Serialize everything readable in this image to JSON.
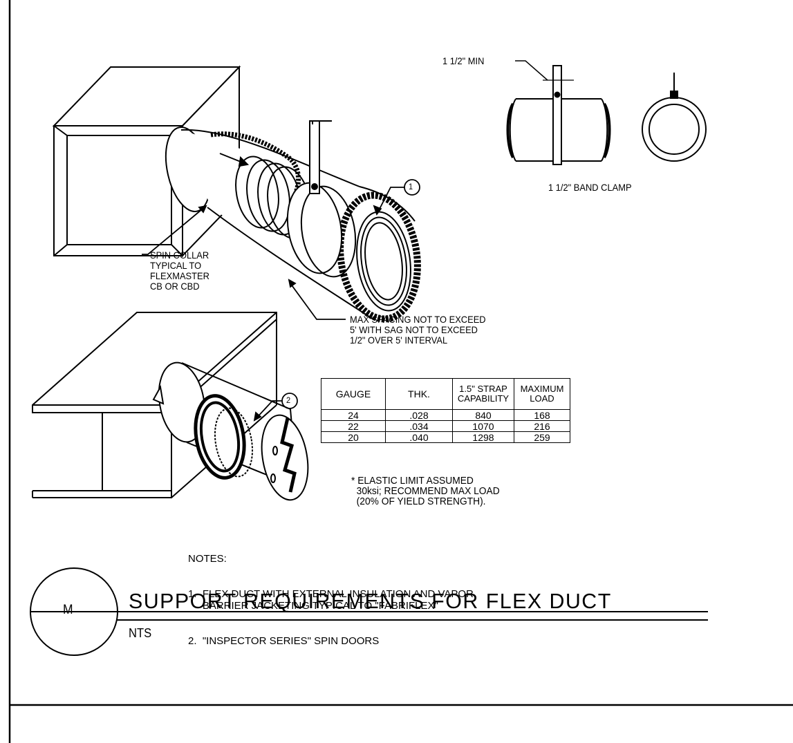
{
  "labels": {
    "min_dim": "1 1/2\" MIN",
    "band_clamp": "1 1/2\" BAND CLAMP",
    "callout_1": "1",
    "callout_2": "2",
    "spin_collar": "SPIN COLLAR\nTYPICAL TO\nFLEXMASTER\nCB OR CBD",
    "max_spacing": "MAX SPACING NOT TO EXCEED\n5' WITH SAG NOT TO EXCEED\n1/2\" OVER 5' INTERVAL"
  },
  "table": {
    "headers": [
      "GAUGE",
      "THK.",
      "1.5\" STRAP\nCAPABILITY",
      "MAXIMUM\nLOAD"
    ],
    "rows": [
      [
        "24",
        ".028",
        "840",
        "168"
      ],
      [
        "22",
        ".034",
        "1070",
        "216"
      ],
      [
        "20",
        ".040",
        "1298",
        "259"
      ]
    ]
  },
  "footnote": "* ELASTIC LIMIT ASSUMED\n  30ksi; RECOMMEND MAX LOAD\n  (20% OF YIELD STRENGTH).",
  "notes": {
    "heading": "NOTES:",
    "items": [
      "1.  FLEX DUCT WITH EXTERNAL INSULATION AND VAPOR\n     BARRIER JACKETING TYPICAL TO \"FABRIFLEX\"",
      "2.  \"INSPECTOR SERIES\" SPIN DOORS"
    ]
  },
  "title_block": {
    "detail_letter": "M",
    "title": "SUPPORT REQUIREMENTS FOR FLEX DUCT",
    "scale": "NTS"
  }
}
